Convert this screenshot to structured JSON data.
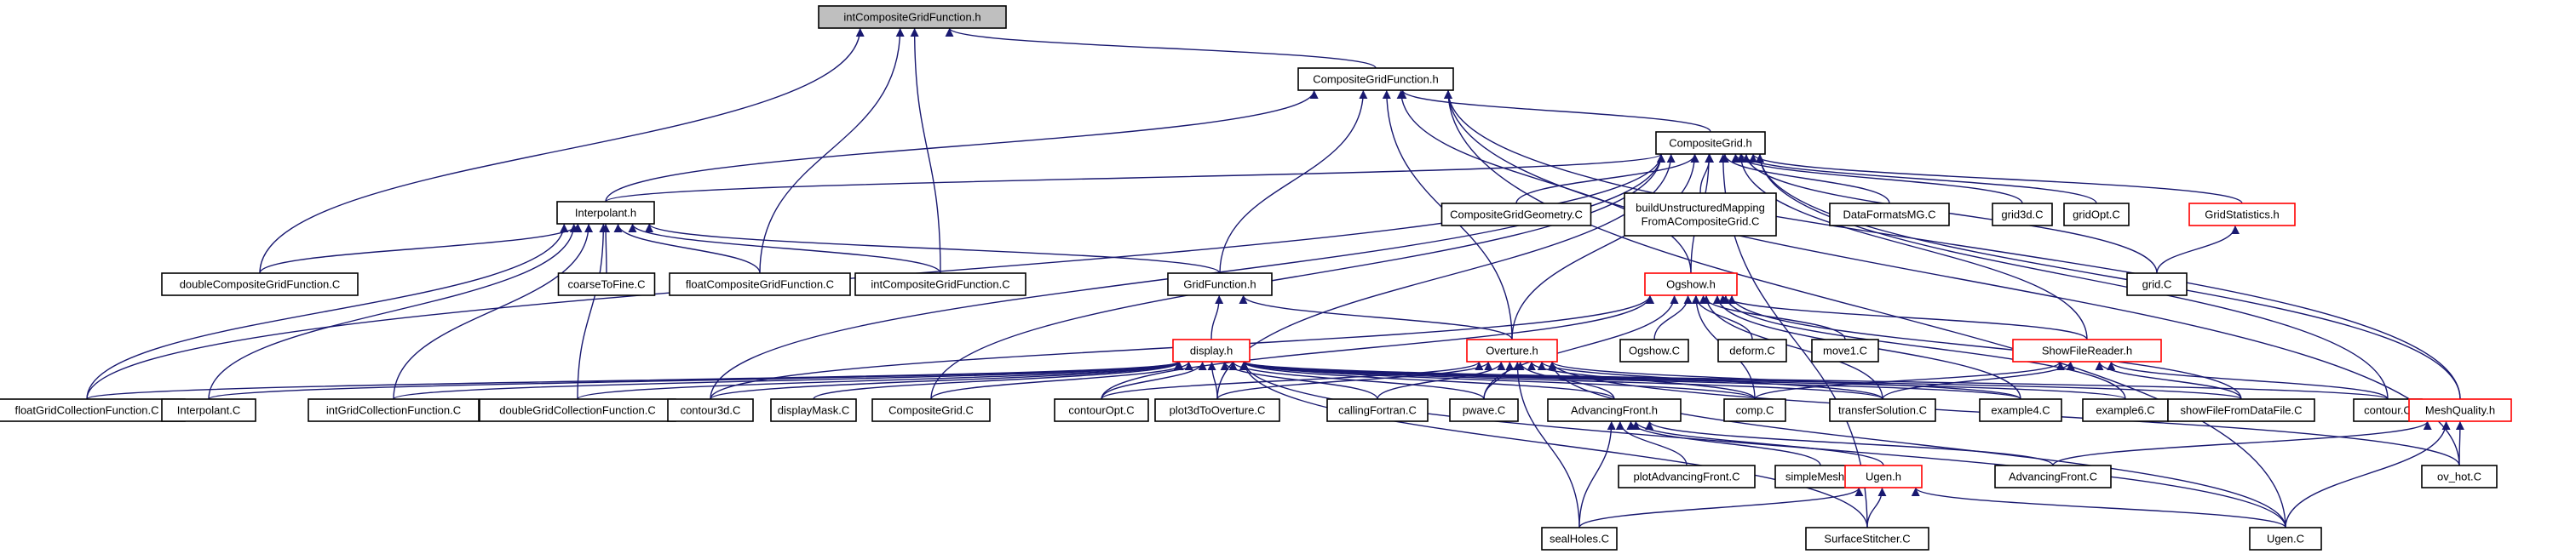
{
  "diagram": {
    "title": "intCompositeGridFunction.h",
    "edge_color": "#191970",
    "highlight_color": "#ff0000",
    "root_fill": "#bfbfbf",
    "nodes": [
      {
        "id": "root",
        "lines": [
          "intCompositeGridFunction.h"
        ],
        "root": true
      },
      {
        "id": "cgfh",
        "lines": [
          "CompositeGridFunction.h"
        ]
      },
      {
        "id": "cgh",
        "lines": [
          "CompositeGrid.h"
        ]
      },
      {
        "id": "interp",
        "lines": [
          "Interpolant.h"
        ]
      },
      {
        "id": "dcgf",
        "lines": [
          "doubleCompositeGridFunction.C"
        ]
      },
      {
        "id": "ctf",
        "lines": [
          "coarseToFine.C"
        ]
      },
      {
        "id": "fcgf",
        "lines": [
          "floatCompositeGridFunction.C"
        ]
      },
      {
        "id": "icgf",
        "lines": [
          "intCompositeGridFunction.C"
        ]
      },
      {
        "id": "gfh",
        "lines": [
          "GridFunction.h"
        ]
      },
      {
        "id": "cgg",
        "lines": [
          "CompositeGridGeometry.C"
        ]
      },
      {
        "id": "bum",
        "lines": [
          "buildUnstructuredMapping",
          "FromACompositeGrid.C"
        ]
      },
      {
        "id": "dfmg",
        "lines": [
          "DataFormatsMG.C"
        ]
      },
      {
        "id": "g3d",
        "lines": [
          "grid3d.C"
        ]
      },
      {
        "id": "gopt",
        "lines": [
          "gridOpt.C"
        ]
      },
      {
        "id": "gstat",
        "lines": [
          "GridStatistics.h"
        ],
        "red": true
      },
      {
        "id": "gridc",
        "lines": [
          "grid.C"
        ]
      },
      {
        "id": "ogh",
        "lines": [
          "Ogshow.h"
        ],
        "red": true
      },
      {
        "id": "ogc",
        "lines": [
          "Ogshow.C"
        ]
      },
      {
        "id": "deform",
        "lines": [
          "deform.C"
        ]
      },
      {
        "id": "move1",
        "lines": [
          "move1.C"
        ]
      },
      {
        "id": "sfrh",
        "lines": [
          "ShowFileReader.h"
        ],
        "red": true
      },
      {
        "id": "disp",
        "lines": [
          "display.h"
        ],
        "red": true
      },
      {
        "id": "ovh",
        "lines": [
          "Overture.h"
        ],
        "red": true
      },
      {
        "id": "fgcf",
        "lines": [
          "floatGridCollectionFunction.C"
        ]
      },
      {
        "id": "interpc",
        "lines": [
          "Interpolant.C"
        ]
      },
      {
        "id": "igcf",
        "lines": [
          "intGridCollectionFunction.C"
        ]
      },
      {
        "id": "dgcf",
        "lines": [
          "doubleGridCollectionFunction.C"
        ]
      },
      {
        "id": "c3d",
        "lines": [
          "contour3d.C"
        ]
      },
      {
        "id": "dmask",
        "lines": [
          "displayMask.C"
        ]
      },
      {
        "id": "cgc",
        "lines": [
          "CompositeGrid.C"
        ]
      },
      {
        "id": "copt",
        "lines": [
          "contourOpt.C"
        ]
      },
      {
        "id": "p3d",
        "lines": [
          "plot3dToOverture.C"
        ]
      },
      {
        "id": "cf",
        "lines": [
          "callingFortran.C"
        ]
      },
      {
        "id": "pw",
        "lines": [
          "pwave.C"
        ]
      },
      {
        "id": "afh",
        "lines": [
          "AdvancingFront.h"
        ]
      },
      {
        "id": "comp",
        "lines": [
          "comp.C"
        ]
      },
      {
        "id": "tsol",
        "lines": [
          "transferSolution.C"
        ]
      },
      {
        "id": "ex4",
        "lines": [
          "example4.C"
        ]
      },
      {
        "id": "ex6",
        "lines": [
          "example6.C"
        ]
      },
      {
        "id": "sffd",
        "lines": [
          "showFileFromDataFile.C"
        ]
      },
      {
        "id": "contc",
        "lines": [
          "contour.C"
        ]
      },
      {
        "id": "mqh",
        "lines": [
          "MeshQuality.h"
        ],
        "red": true
      },
      {
        "id": "paf",
        "lines": [
          "plotAdvancingFront.C"
        ]
      },
      {
        "id": "smesh",
        "lines": [
          "simpleMesh.C"
        ]
      },
      {
        "id": "ugenh",
        "lines": [
          "Ugen.h"
        ],
        "red": true
      },
      {
        "id": "afc",
        "lines": [
          "AdvancingFront.C"
        ]
      },
      {
        "id": "ovhot",
        "lines": [
          "ov_hot.C"
        ]
      },
      {
        "id": "seal",
        "lines": [
          "sealHoles.C"
        ]
      },
      {
        "id": "sst",
        "lines": [
          "SurfaceStitcher.C"
        ]
      },
      {
        "id": "ugenc",
        "lines": [
          "Ugen.C"
        ]
      }
    ],
    "edges": [
      [
        "dcgf",
        "root"
      ],
      [
        "fcgf",
        "root"
      ],
      [
        "icgf",
        "root"
      ],
      [
        "cgfh",
        "root"
      ],
      [
        "interp",
        "cgfh"
      ],
      [
        "cgh",
        "cgfh"
      ],
      [
        "gfh",
        "cgfh"
      ],
      [
        "ogh",
        "cgfh"
      ],
      [
        "ovh",
        "cgfh"
      ],
      [
        "mqh",
        "cgfh"
      ],
      [
        "ovhot",
        "cgfh"
      ],
      [
        "ugenc",
        "cgfh"
      ],
      [
        "interp",
        "cgh"
      ],
      [
        "cgg",
        "cgh"
      ],
      [
        "bum",
        "cgh"
      ],
      [
        "dfmg",
        "cgh"
      ],
      [
        "g3d",
        "cgh"
      ],
      [
        "gopt",
        "cgh"
      ],
      [
        "gstat",
        "cgh"
      ],
      [
        "gridc",
        "cgh"
      ],
      [
        "ogh",
        "cgh"
      ],
      [
        "ovh",
        "cgh"
      ],
      [
        "fgcf",
        "cgh"
      ],
      [
        "c3d",
        "cgh"
      ],
      [
        "cgc",
        "cgh"
      ],
      [
        "p3d",
        "cgh"
      ],
      [
        "sfrh",
        "cgh"
      ],
      [
        "contc",
        "cgh"
      ],
      [
        "mqh",
        "cgh"
      ],
      [
        "sst",
        "cgh"
      ],
      [
        "gridc",
        "gstat"
      ],
      [
        "dcgf",
        "interp"
      ],
      [
        "ctf",
        "interp"
      ],
      [
        "fcgf",
        "interp"
      ],
      [
        "icgf",
        "interp"
      ],
      [
        "gfh",
        "interp"
      ],
      [
        "fgcf",
        "interp"
      ],
      [
        "interpc",
        "interp"
      ],
      [
        "igcf",
        "interp"
      ],
      [
        "dgcf",
        "interp"
      ],
      [
        "disp",
        "gfh"
      ],
      [
        "ovh",
        "gfh"
      ],
      [
        "ogc",
        "ogh"
      ],
      [
        "deform",
        "ogh"
      ],
      [
        "move1",
        "ogh"
      ],
      [
        "sfrh",
        "ogh"
      ],
      [
        "c3d",
        "ogh"
      ],
      [
        "copt",
        "ogh"
      ],
      [
        "pw",
        "ogh"
      ],
      [
        "comp",
        "ogh"
      ],
      [
        "tsol",
        "ogh"
      ],
      [
        "ex4",
        "ogh"
      ],
      [
        "ex6",
        "ogh"
      ],
      [
        "sffd",
        "ogh"
      ],
      [
        "comp",
        "sfrh"
      ],
      [
        "tsol",
        "sfrh"
      ],
      [
        "sffd",
        "sfrh"
      ],
      [
        "contc",
        "sfrh"
      ],
      [
        "fgcf",
        "disp"
      ],
      [
        "interpc",
        "disp"
      ],
      [
        "igcf",
        "disp"
      ],
      [
        "dgcf",
        "disp"
      ],
      [
        "c3d",
        "disp"
      ],
      [
        "dmask",
        "disp"
      ],
      [
        "cgc",
        "disp"
      ],
      [
        "copt",
        "disp"
      ],
      [
        "p3d",
        "disp"
      ],
      [
        "cf",
        "disp"
      ],
      [
        "pw",
        "disp"
      ],
      [
        "afh",
        "disp"
      ],
      [
        "comp",
        "disp"
      ],
      [
        "tsol",
        "disp"
      ],
      [
        "ex4",
        "disp"
      ],
      [
        "ex6",
        "disp"
      ],
      [
        "sffd",
        "disp"
      ],
      [
        "contc",
        "disp"
      ],
      [
        "ugenc",
        "disp"
      ],
      [
        "sst",
        "disp"
      ],
      [
        "copt",
        "ovh"
      ],
      [
        "p3d",
        "ovh"
      ],
      [
        "cf",
        "ovh"
      ],
      [
        "pw",
        "ovh"
      ],
      [
        "afh",
        "ovh"
      ],
      [
        "comp",
        "ovh"
      ],
      [
        "tsol",
        "ovh"
      ],
      [
        "ex4",
        "ovh"
      ],
      [
        "seal",
        "ovh"
      ],
      [
        "ovhot",
        "ovh"
      ],
      [
        "ugenc",
        "ovh"
      ],
      [
        "paf",
        "afh"
      ],
      [
        "smesh",
        "afh"
      ],
      [
        "ugenh",
        "afh"
      ],
      [
        "afc",
        "afh"
      ],
      [
        "seal",
        "afh"
      ],
      [
        "seal",
        "ugenh"
      ],
      [
        "sst",
        "ugenh"
      ],
      [
        "ugenc",
        "ugenh"
      ],
      [
        "afc",
        "mqh"
      ],
      [
        "ovhot",
        "mqh"
      ],
      [
        "ugenc",
        "mqh"
      ]
    ]
  }
}
